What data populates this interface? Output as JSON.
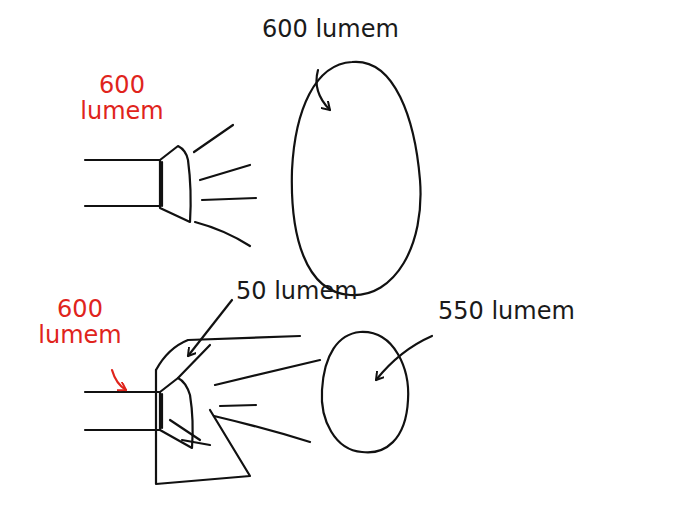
{
  "diagram": {
    "labels": [
      "600 lumem",
      "600 lumem",
      "50 lumem",
      "600 lumem",
      "550 lumem"
    ]
  }
}
